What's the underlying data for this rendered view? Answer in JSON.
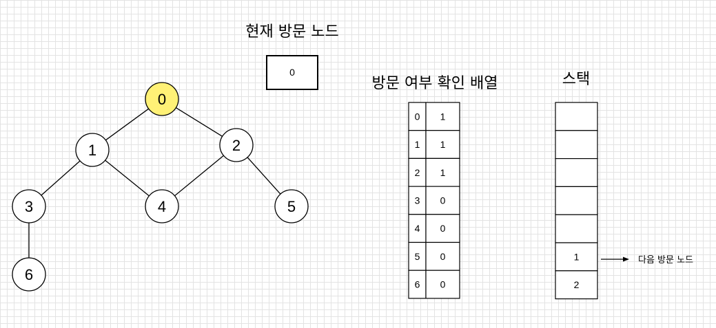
{
  "current_node": {
    "title": "현재 방문 노드",
    "value": "0"
  },
  "graph": {
    "nodes": [
      {
        "id": "0",
        "label": "0",
        "highlight": true
      },
      {
        "id": "1",
        "label": "1",
        "highlight": false
      },
      {
        "id": "2",
        "label": "2",
        "highlight": false
      },
      {
        "id": "3",
        "label": "3",
        "highlight": false
      },
      {
        "id": "4",
        "label": "4",
        "highlight": false
      },
      {
        "id": "5",
        "label": "5",
        "highlight": false
      },
      {
        "id": "6",
        "label": "6",
        "highlight": false
      }
    ],
    "edges": [
      [
        "0",
        "1"
      ],
      [
        "0",
        "2"
      ],
      [
        "1",
        "3"
      ],
      [
        "1",
        "4"
      ],
      [
        "2",
        "4"
      ],
      [
        "2",
        "5"
      ],
      [
        "3",
        "6"
      ]
    ],
    "highlight_color": "#fff176"
  },
  "visited": {
    "title": "방문 여부 확인 배열",
    "rows": [
      {
        "index": "0",
        "value": "1"
      },
      {
        "index": "1",
        "value": "1"
      },
      {
        "index": "2",
        "value": "1"
      },
      {
        "index": "3",
        "value": "0"
      },
      {
        "index": "4",
        "value": "0"
      },
      {
        "index": "5",
        "value": "0"
      },
      {
        "index": "6",
        "value": "0"
      }
    ]
  },
  "stack": {
    "title": "스택",
    "slots": [
      "",
      "",
      "",
      "",
      "",
      "1",
      "2"
    ],
    "next_label": "다음 방문 노드"
  }
}
